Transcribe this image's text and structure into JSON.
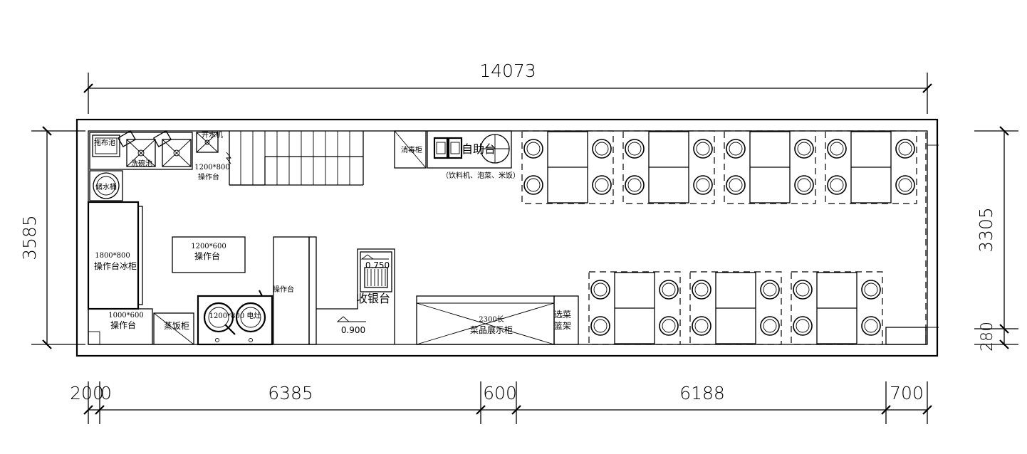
{
  "dimensions": {
    "total_width": "14073",
    "left_height": "3585",
    "right_height": "3305",
    "right_small": "280",
    "bottom": [
      "200",
      "0",
      "6385",
      "600",
      "6188",
      "700"
    ]
  },
  "labels": {
    "sink_top": "拖布池",
    "wash_basin": "洗碗池",
    "water_heater": "开水机",
    "counter_1200_800_size": "1200*800",
    "counter_1200_800_name": "操作台",
    "water_barrel": "储水桶",
    "fridge_size": "1800*800",
    "fridge_name": "操作台冰柜",
    "counter_1200_600_size": "1200*600",
    "counter_1200_600_name": "操作台",
    "counter_1000_600_size": "1000*600",
    "counter_1000_600_name": "操作台",
    "rice_cabinet": "蒸饭柜",
    "stove": "1200*800 电灶",
    "counter_mid": "操作台",
    "disinfect": "消毒柜",
    "self_service": "自助台",
    "self_service_note": "（饮料机、泡菜、米饭）",
    "cashier": "收银台",
    "level_750": "0.750",
    "level_900": "0.900",
    "display_len": "2300长",
    "display_name": "菜品展示柜",
    "veg_rack_1": "选菜",
    "veg_rack_2": "篮架"
  },
  "seating": {
    "upper_tables": 4,
    "lower_tables": 3
  }
}
